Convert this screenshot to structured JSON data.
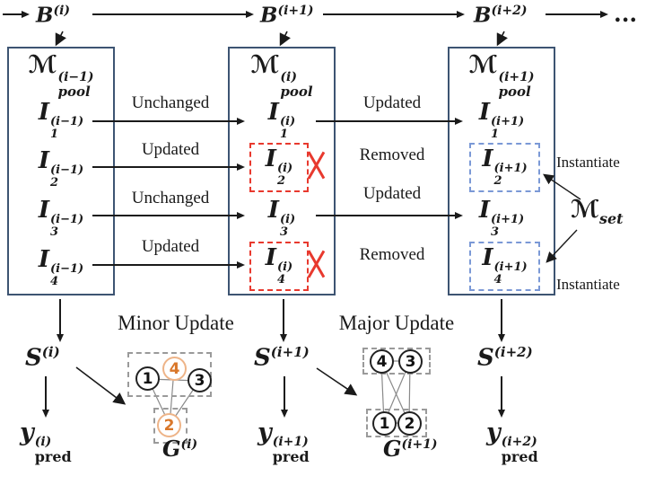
{
  "colors": {
    "box_border": "#3d5472",
    "removed_red": "#e8392e",
    "instantiate_blue": "#7b99d6",
    "updated_orange": "#d9772a",
    "arrow_black": "#1a1a1a"
  },
  "top_flow": {
    "b_nodes": [
      {
        "base": "B",
        "sup": "(i)"
      },
      {
        "base": "B",
        "sup": "(i+1)"
      },
      {
        "base": "B",
        "sup": "(i+2)"
      }
    ],
    "ellipsis": "..."
  },
  "pools": [
    {
      "header": {
        "symbol": "ℳ",
        "sup": "(i−1)",
        "sub": "pool"
      },
      "items": [
        {
          "base": "I",
          "sub": "1",
          "sup": "(i−1)",
          "state": "plain"
        },
        {
          "base": "I",
          "sub": "2",
          "sup": "(i−1)",
          "state": "plain"
        },
        {
          "base": "I",
          "sub": "3",
          "sup": "(i−1)",
          "state": "plain"
        },
        {
          "base": "I",
          "sub": "4",
          "sup": "(i−1)",
          "state": "plain"
        }
      ]
    },
    {
      "header": {
        "symbol": "ℳ",
        "sup": "(i)",
        "sub": "pool"
      },
      "items": [
        {
          "base": "I",
          "sub": "1",
          "sup": "(i)",
          "state": "plain"
        },
        {
          "base": "I",
          "sub": "2",
          "sup": "(i)",
          "state": "removed"
        },
        {
          "base": "I",
          "sub": "3",
          "sup": "(i)",
          "state": "plain"
        },
        {
          "base": "I",
          "sub": "4",
          "sup": "(i)",
          "state": "removed"
        }
      ]
    },
    {
      "header": {
        "symbol": "ℳ",
        "sup": "(i+1)",
        "sub": "pool"
      },
      "items": [
        {
          "base": "I",
          "sub": "1",
          "sup": "(i+1)",
          "state": "plain"
        },
        {
          "base": "I",
          "sub": "2",
          "sup": "(i+1)",
          "state": "instantiated"
        },
        {
          "base": "I",
          "sub": "3",
          "sup": "(i+1)",
          "state": "plain"
        },
        {
          "base": "I",
          "sub": "4",
          "sup": "(i+1)",
          "state": "instantiated"
        }
      ]
    }
  ],
  "transitions": {
    "left_to_mid": [
      "Unchanged",
      "Updated",
      "Unchanged",
      "Updated"
    ],
    "mid_to_right": [
      "Updated",
      "Removed",
      "Updated",
      "Removed"
    ]
  },
  "annotations": {
    "instantiate_top": "Instantiate",
    "instantiate_bottom": "Instantiate",
    "m_set": {
      "symbol": "ℳ",
      "sub": "set"
    }
  },
  "bottom": {
    "minor_update": "Minor Update",
    "major_update": "Major Update",
    "s_nodes": [
      {
        "base": "S",
        "sup": "(i)"
      },
      {
        "base": "S",
        "sup": "(i+1)"
      },
      {
        "base": "S",
        "sup": "(i+2)"
      }
    ],
    "y_nodes": [
      {
        "base": "y",
        "sup": "(i)",
        "sub": "pred"
      },
      {
        "base": "y",
        "sup": "(i+1)",
        "sub": "pred"
      },
      {
        "base": "y",
        "sup": "(i+2)",
        "sub": "pred"
      }
    ],
    "graphs": [
      {
        "label": {
          "base": "G",
          "sup": "(i)"
        },
        "nodes": [
          {
            "id": "1",
            "updated": false
          },
          {
            "id": "4",
            "updated": true
          },
          {
            "id": "3",
            "updated": false
          },
          {
            "id": "2",
            "updated": true
          }
        ],
        "edges": [
          "1-3",
          "1-2",
          "4-2",
          "3-2"
        ]
      },
      {
        "label": {
          "base": "G",
          "sup": "(i+1)"
        },
        "nodes": [
          {
            "id": "4",
            "updated": false
          },
          {
            "id": "3",
            "updated": false
          },
          {
            "id": "1",
            "updated": false
          },
          {
            "id": "2",
            "updated": false
          }
        ],
        "edges": [
          "4-3",
          "1-2",
          "4-1",
          "4-2",
          "3-1",
          "3-2"
        ]
      }
    ]
  }
}
